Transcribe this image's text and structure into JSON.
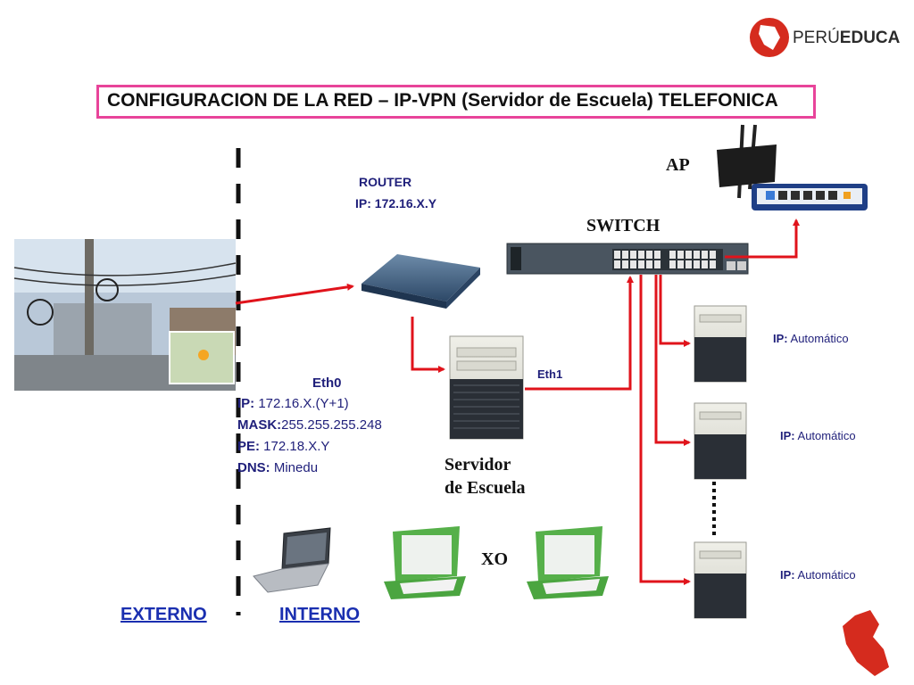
{
  "brand": {
    "name_part1": "PERÚ",
    "name_part2": "EDUCA",
    "logo_icon": "peru-map-logo-icon",
    "accent_color": "#d52b1e"
  },
  "title": "CONFIGURACION DE LA RED – IP-VPN (Servidor de Escuela) TELEFONICA",
  "router": {
    "label": "ROUTER",
    "ip_label": "IP: 172.16.X.Y"
  },
  "switch": {
    "label": "SWITCH"
  },
  "ap": {
    "label": "AP"
  },
  "eth1": {
    "label": "Eth1"
  },
  "eth0": {
    "heading": "Eth0",
    "lines": [
      {
        "key": "IP:",
        "value": " 172.16.X.(Y+1)"
      },
      {
        "key": "MASK:",
        "value": "255.255.255.248"
      },
      {
        "key": "PE:",
        "value": " 172.18.X.Y"
      },
      {
        "key": "DNS:",
        "value": " Minedu"
      }
    ]
  },
  "server": {
    "line1": "Servidor",
    "line2": "de Escuela"
  },
  "clients": [
    {
      "key": "IP:",
      "value": " Automático"
    },
    {
      "key": "IP:",
      "value": " Automático"
    },
    {
      "key": "IP:",
      "value": " Automático"
    }
  ],
  "xo": {
    "label": "XO"
  },
  "zones": {
    "external": "EXTERNO",
    "internal": "INTERNO"
  },
  "colors": {
    "cable": "#e0131b",
    "title_border": "#e8449a",
    "text_dark": "#1f1f7a",
    "zone_link": "#1a2fb0"
  }
}
